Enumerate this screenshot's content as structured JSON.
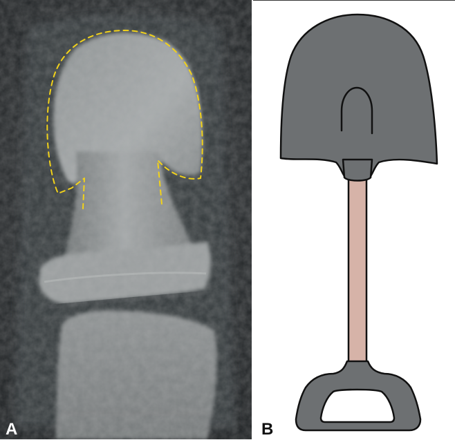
{
  "figure": {
    "panel_a": {
      "label": "A",
      "kind": "radiograph",
      "outline_color": "#f2d21a"
    },
    "panel_b": {
      "label": "B",
      "kind": "illustration",
      "icon": "shovel-icon",
      "blade_color": "#6d7072",
      "handle_color": "#d6b3a8",
      "grip_color": "#6d7072",
      "stroke_color": "#111111"
    }
  }
}
